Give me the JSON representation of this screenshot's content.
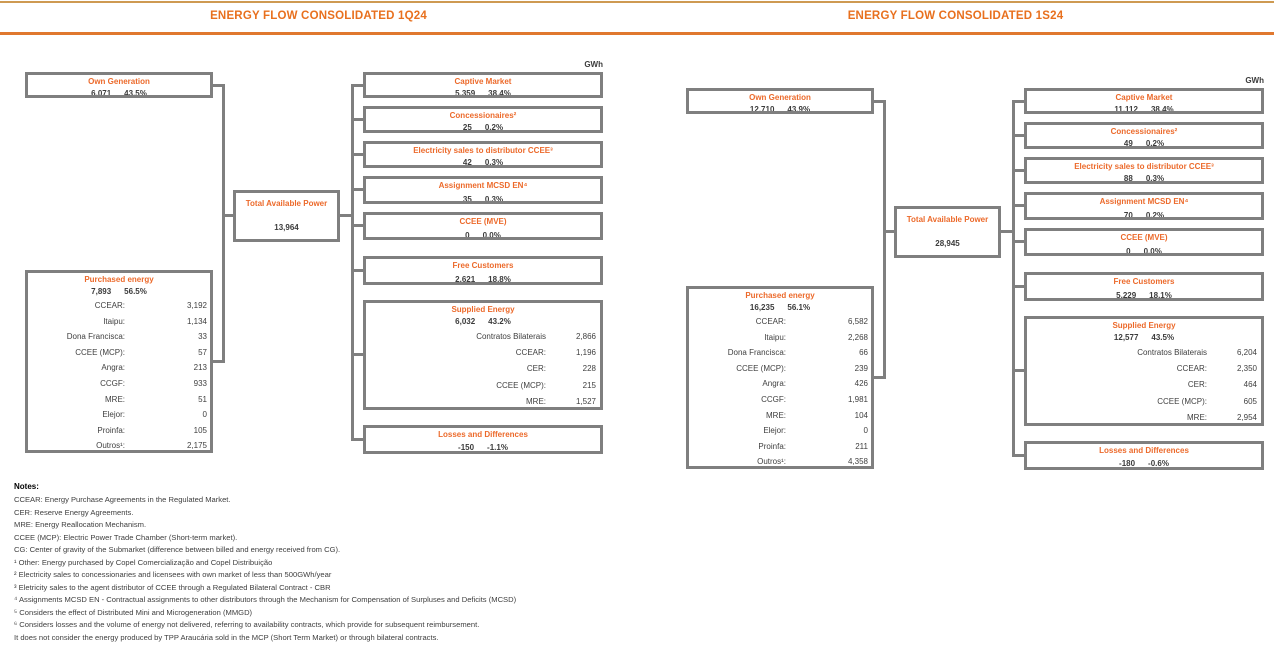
{
  "colors": {
    "accent_orange": "#ec6a2b",
    "header_orange": "#e8701e",
    "rule_top": "#ce9a52",
    "rule_mid": "#e0782f",
    "box_border_gray": "#7f7f7f",
    "value_text": "#3b3b3b"
  },
  "headers": [
    {
      "title": "ENERGY FLOW CONSOLIDATED 1Q24"
    },
    {
      "title": "ENERGY FLOW CONSOLIDATED 1S24"
    }
  ],
  "notes": {
    "title": "Notes:",
    "lines": [
      "CCEAR: Energy Purchase Agreements in the Regulated Market.",
      "CER: Reserve Energy Agreements.",
      "MRE: Energy Reallocation Mechanism.",
      "CCEE (MCP): Electric Power Trade Chamber (Short-term market).",
      "CG: Center of gravity of the Submarket (difference between billed and energy received from CG).",
      "¹ Other: Energy purchased by Copel Comercialização and Copel Distribuição",
      "² Electricity sales to concessionaries and licensees with own market of less than 500GWh/year",
      "³ Eletricity sales to the agent distributor of CCEE through a Regulated Bilateral Contract - CBR",
      "⁴ Assignments MCSD EN - Contractual assignments to other distributors through the Mechanism for Compensation of Surpluses and Deficits (MCSD)",
      "⁵ Considers the effect of Distributed Mini and Microgeneration (MMGD)",
      "⁶ Considers losses and the volume of energy not delivered, referring to availability contracts, which provide for subsequent reimbursement.",
      "It does not consider the energy produced by TPP Araucária sold in the MCP (Short Term Market) or through bilateral contracts."
    ]
  },
  "diagrams": [
    {
      "period": "1Q24",
      "unit": "GWh",
      "own_generation": {
        "label": "Own Generation",
        "value": "6,071",
        "pct": "43.5%"
      },
      "purchased_energy": {
        "label": "Purchased energy",
        "value": "7,893",
        "pct": "56.5%",
        "rows": [
          {
            "label": "CCEAR:",
            "value": "3,192"
          },
          {
            "label": "Itaipu:",
            "value": "1,134"
          },
          {
            "label": "Dona Francisca:",
            "value": "33"
          },
          {
            "label": "CCEE (MCP):",
            "value": "57"
          },
          {
            "label": "Angra:",
            "value": "213"
          },
          {
            "label": "CCGF:",
            "value": "933"
          },
          {
            "label": "MRE:",
            "value": "51"
          },
          {
            "label": "Elejor:",
            "value": "0"
          },
          {
            "label": "Proinfa:",
            "value": "105"
          },
          {
            "label": "Outros¹:",
            "value": "2,175"
          }
        ]
      },
      "total_available_power": {
        "label": "Total Available Power",
        "value": "13,964"
      },
      "captive_market": {
        "label": "Captive Market",
        "value": "5,359",
        "pct": "38.4%"
      },
      "concessionaires": {
        "label": "Concessionaires²",
        "value": "25",
        "pct": "0.2%"
      },
      "electricity_sales": {
        "label": "Electricity sales to distributor CCEE³",
        "value": "42",
        "pct": "0.3%"
      },
      "assignment_mcsd": {
        "label": "Assignment MCSD EN⁴",
        "value": "35",
        "pct": "0.3%"
      },
      "ccee_mve": {
        "label": "CCEE (MVE)",
        "value": "0",
        "pct": "0.0%"
      },
      "free_customers": {
        "label": "Free Customers",
        "value": "2,621",
        "pct": "18.8%"
      },
      "supplied_energy": {
        "label": "Supplied Energy",
        "value": "6,032",
        "pct": "43.2%",
        "rows": [
          {
            "label": "Contratos Bilaterais",
            "value": "2,866"
          },
          {
            "label": "CCEAR:",
            "value": "1,196"
          },
          {
            "label": "CER:",
            "value": "228"
          },
          {
            "label": "CCEE (MCP):",
            "value": "215"
          },
          {
            "label": "MRE:",
            "value": "1,527"
          }
        ]
      },
      "losses": {
        "label": "Losses and Differences",
        "value": "-150",
        "pct": "-1.1%"
      }
    },
    {
      "period": "1S24",
      "unit": "GWh",
      "own_generation": {
        "label": "Own Generation",
        "value": "12,710",
        "pct": "43.9%"
      },
      "purchased_energy": {
        "label": "Purchased energy",
        "value": "16,235",
        "pct": "56.1%",
        "rows": [
          {
            "label": "CCEAR:",
            "value": "6,582"
          },
          {
            "label": "Itaipu:",
            "value": "2,268"
          },
          {
            "label": "Dona Francisca:",
            "value": "66"
          },
          {
            "label": "CCEE (MCP):",
            "value": "239"
          },
          {
            "label": "Angra:",
            "value": "426"
          },
          {
            "label": "CCGF:",
            "value": "1,981"
          },
          {
            "label": "MRE:",
            "value": "104"
          },
          {
            "label": "Elejor:",
            "value": "0"
          },
          {
            "label": "Proinfa:",
            "value": "211"
          },
          {
            "label": "Outros¹:",
            "value": "4,358"
          }
        ]
      },
      "total_available_power": {
        "label": "Total Available Power",
        "value": "28,945"
      },
      "captive_market": {
        "label": "Captive Market",
        "value": "11,112",
        "pct": "38.4%"
      },
      "concessionaires": {
        "label": "Concessionaires²",
        "value": "49",
        "pct": "0.2%"
      },
      "electricity_sales": {
        "label": "Electricity sales to distributor CCEE³",
        "value": "88",
        "pct": "0.3%"
      },
      "assignment_mcsd": {
        "label": "Assignment MCSD EN⁴",
        "value": "70",
        "pct": "0.2%"
      },
      "ccee_mve": {
        "label": "CCEE (MVE)",
        "value": "0",
        "pct": "0.0%"
      },
      "free_customers": {
        "label": "Free Customers",
        "value": "5,229",
        "pct": "18.1%"
      },
      "supplied_energy": {
        "label": "Supplied Energy",
        "value": "12,577",
        "pct": "43.5%",
        "rows": [
          {
            "label": "Contratos Bilaterais",
            "value": "6,204"
          },
          {
            "label": "CCEAR:",
            "value": "2,350"
          },
          {
            "label": "CER:",
            "value": "464"
          },
          {
            "label": "CCEE (MCP):",
            "value": "605"
          },
          {
            "label": "MRE:",
            "value": "2,954"
          }
        ]
      },
      "losses": {
        "label": "Losses and Differences",
        "value": "-180",
        "pct": "-0.6%"
      }
    }
  ]
}
